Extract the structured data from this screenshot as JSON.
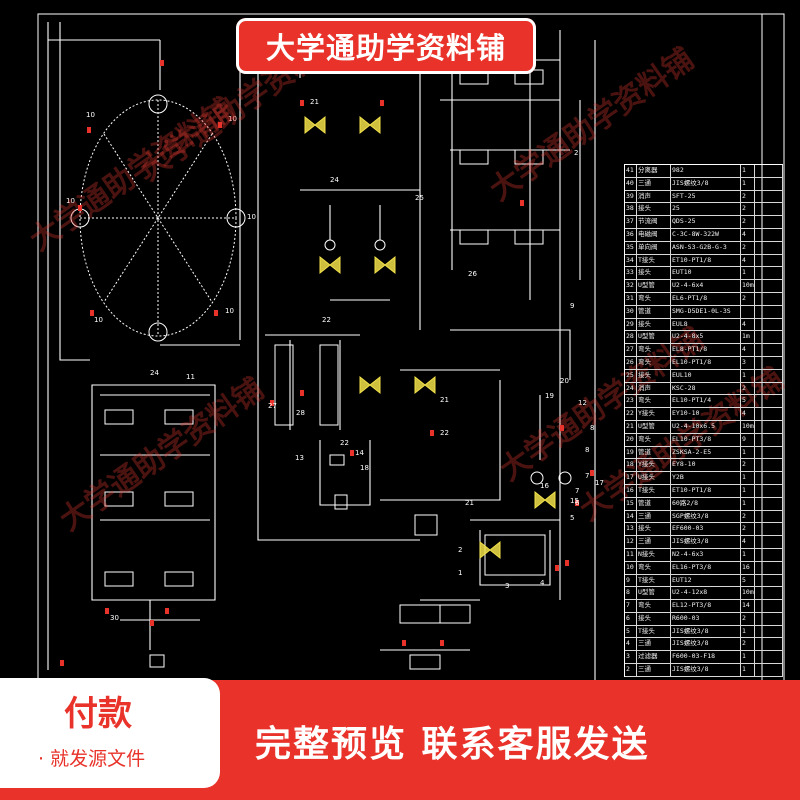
{
  "banner": {
    "title": "大学通助学资料铺"
  },
  "watermark": {
    "text": "大学通助学资料铺"
  },
  "footer": {
    "pay_title": "付款",
    "pay_subtitle": "· 就发源文件",
    "cta": "完整预览  联系客服发送"
  },
  "colors": {
    "accent": "#e8322a",
    "background": "#000000",
    "line": "#ffffff",
    "valve": "#f2e14a"
  },
  "diagram": {
    "labels": [
      "10",
      "10",
      "10",
      "10",
      "10",
      "10",
      "24",
      "21",
      "21",
      "21",
      "20",
      "19",
      "22",
      "18",
      "27",
      "28",
      "22",
      "13",
      "14",
      "22",
      "12",
      "8",
      "8",
      "7",
      "7",
      "6",
      "5",
      "4",
      "3",
      "2",
      "1",
      "24",
      "25",
      "26",
      "2",
      "9",
      "11",
      "16",
      "15",
      "17",
      "30"
    ]
  },
  "bom_table": {
    "rows": [
      [
        "41",
        "分离器",
        "982",
        "1",
        ""
      ],
      [
        "40",
        "三通",
        "JIS螺纹3/8",
        "1",
        ""
      ],
      [
        "39",
        "消声",
        "SFT-25",
        "2",
        ""
      ],
      [
        "38",
        "接头",
        "25",
        "2",
        ""
      ],
      [
        "37",
        "节流阀",
        "QDS-25",
        "2",
        ""
      ],
      [
        "36",
        "电磁阀",
        "C-3C-8W-322W",
        "4",
        ""
      ],
      [
        "35",
        "单向阀",
        "ASN-S3-G2B-G-3",
        "2",
        ""
      ],
      [
        "34",
        "T接头",
        "ET10-PT1/8",
        "4",
        ""
      ],
      [
        "33",
        "接头",
        "EUT10",
        "1",
        ""
      ],
      [
        "32",
        "U型管",
        "U2-4-6x4",
        "10m",
        ""
      ],
      [
        "31",
        "弯头",
        "EL6-PT1/8",
        "2",
        ""
      ],
      [
        "30",
        "管道",
        "SMG-D5DE1-0L-3S",
        "",
        ""
      ],
      [
        "29",
        "接头",
        "EUL8",
        "4",
        ""
      ],
      [
        "28",
        "U型管",
        "U2-4-8x5",
        "1m",
        ""
      ],
      [
        "27",
        "弯头",
        "EL8-PT1/8",
        "4",
        ""
      ],
      [
        "26",
        "弯头",
        "EL10-PT1/8",
        "3",
        ""
      ],
      [
        "25",
        "接头",
        "EUL10",
        "1",
        ""
      ],
      [
        "24",
        "消声",
        "KSC-28",
        "2",
        ""
      ],
      [
        "23",
        "弯头",
        "EL10-PT1/4",
        "5",
        ""
      ],
      [
        "22",
        "Y接头",
        "EY10-10",
        "4",
        ""
      ],
      [
        "21",
        "U型管",
        "U2-4-10x6.5",
        "10m",
        ""
      ],
      [
        "20",
        "弯头",
        "EL10-PT3/8",
        "9",
        ""
      ],
      [
        "19",
        "管道",
        "ZSKSA-2-E5",
        "1",
        ""
      ],
      [
        "18",
        "Y接头",
        "EY8-10",
        "2",
        ""
      ],
      [
        "17",
        "U接头",
        "Y2B",
        "1",
        ""
      ],
      [
        "16",
        "T接头",
        "ET10-PT1/8",
        "1",
        ""
      ],
      [
        "15",
        "管道",
        "60路2/8",
        "1",
        ""
      ],
      [
        "14",
        "三通",
        "SGP螺纹3/8",
        "2",
        ""
      ],
      [
        "13",
        "接头",
        "EF600-03",
        "2",
        ""
      ],
      [
        "12",
        "三通",
        "JIS螺纹3/8",
        "4",
        ""
      ],
      [
        "11",
        "N接头",
        "N2-4-6x3",
        "1",
        ""
      ],
      [
        "10",
        "弯头",
        "EL16-PT3/8",
        "16",
        ""
      ],
      [
        "9",
        "T接头",
        "EUT12",
        "5",
        ""
      ],
      [
        "8",
        "U型管",
        "U2-4-12x8",
        "10m",
        ""
      ],
      [
        "7",
        "弯头",
        "EL12-PT3/8",
        "14",
        ""
      ],
      [
        "6",
        "接头",
        "R600-03",
        "2",
        ""
      ],
      [
        "5",
        "T接头",
        "JIS螺纹3/8",
        "1",
        ""
      ],
      [
        "4",
        "三通",
        "JIS螺纹3/8",
        "2",
        ""
      ],
      [
        "3",
        "过滤器",
        "F600-03-F18",
        "1",
        ""
      ],
      [
        "2",
        "三通",
        "JIS螺纹3/8",
        "1",
        ""
      ]
    ]
  }
}
